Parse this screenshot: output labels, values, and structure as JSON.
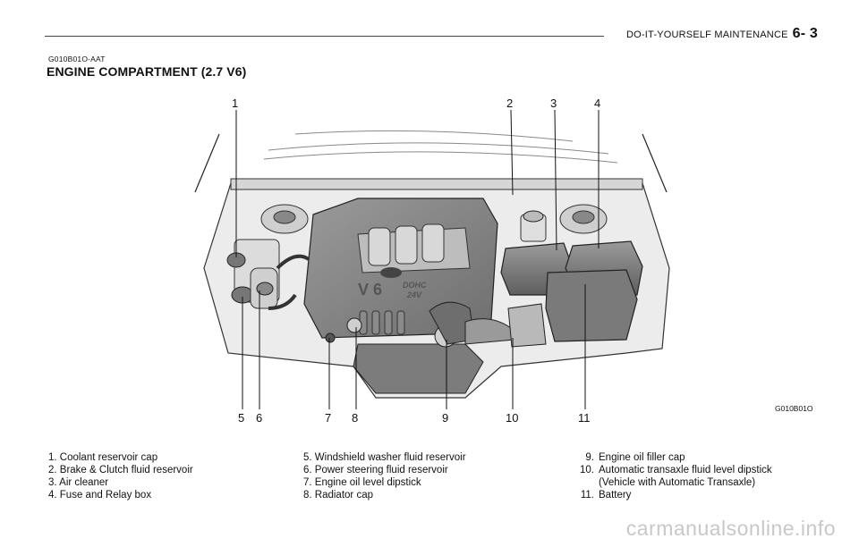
{
  "header": {
    "section": "DO-IT-YOURSELF MAINTENANCE",
    "page": "6- 3"
  },
  "doc_code": "G010B01O-AAT",
  "title": "ENGINE COMPARTMENT (2.7 V6)",
  "figure": {
    "code": "G010B01O",
    "engine_badge": "V 6",
    "engine_badge2": "DOHC",
    "engine_badge3": "24V",
    "callouts_top": [
      "1",
      "2",
      "3",
      "4"
    ],
    "callouts_bottom": [
      "5",
      "6",
      "7",
      "8",
      "9",
      "10",
      "11"
    ]
  },
  "legend": {
    "col1": [
      "1. Coolant reservoir cap",
      "2. Brake & Clutch fluid reservoir",
      "3. Air cleaner",
      "4. Fuse and Relay box"
    ],
    "col2": [
      "5. Windshield washer fluid reservoir",
      "6. Power steering fluid reservoir",
      "7. Engine oil level dipstick",
      "8. Radiator cap"
    ],
    "col3": [
      {
        "num": "9.",
        "text": "Engine oil filler cap"
      },
      {
        "num": "10.",
        "text": "Automatic transaxle fluid level dipstick",
        "cont": "(Vehicle with Automatic Transaxle)"
      },
      {
        "num": "11.",
        "text": "Battery"
      }
    ]
  },
  "watermark": "carmanualsonline.info"
}
